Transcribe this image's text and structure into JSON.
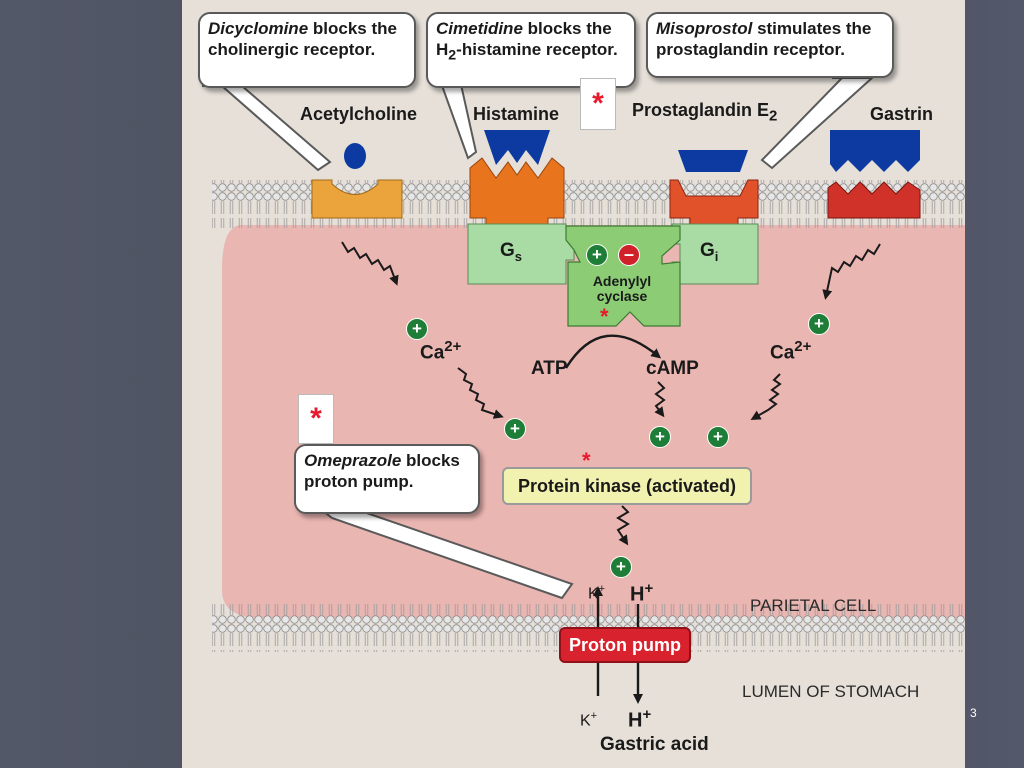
{
  "callouts": {
    "dicyclomine": {
      "drug": "Dicyclomine",
      "rest1": " blocks the",
      "line2": "cholinergic receptor."
    },
    "cimetidine": {
      "drug": "Cimetidine",
      "rest1": " blocks the",
      "line2_a": "H",
      "line2_sub": "2",
      "line2_b": "-histamine receptor."
    },
    "misoprostol": {
      "drug": "Misoprostol",
      "rest1": " stimulates the",
      "line2": "prostaglandin receptor."
    },
    "omeprazole": {
      "drug": "Omeprazole",
      "rest1": " blocks",
      "line2": "proton pump."
    }
  },
  "ligands": {
    "acetylcholine": "Acetylcholine",
    "histamine": "Histamine",
    "prostaglandin": "Prostaglandin E",
    "prostaglandin_sub": "2",
    "gastrin": "Gastrin"
  },
  "proteins": {
    "gs": "G",
    "gs_sub": "s",
    "gi": "G",
    "gi_sub": "i",
    "adenylyl_line1": "Adenylyl",
    "adenylyl_line2": "cyclase",
    "protein_kinase": "Protein kinase (activated)",
    "proton_pump": "Proton pump"
  },
  "signals": {
    "atp": "ATP",
    "camp": "cAMP",
    "ca": "Ca",
    "ca_sup": "2+",
    "plus": "+",
    "minus": "–"
  },
  "ions": {
    "k": "K",
    "k_sup": "+",
    "h": "H",
    "h_sup": "+"
  },
  "regions": {
    "parietal_cell": "PARIETAL CELL",
    "lumen": "LUMEN OF STOMACH",
    "gastric_acid": "Gastric acid"
  },
  "asterisk": "*",
  "page_number": "3",
  "colors": {
    "cytoplasm": "#eab6b2",
    "membrane": "#cfcfcf",
    "muscarinic_receptor": "#eba33c",
    "histamine_receptor": "#e8751e",
    "prostaglandin_receptor": "#e2522a",
    "gastrin_receptor": "#d0322a",
    "ligand_blue": "#0c3aa0",
    "g_protein": "#a9dca5",
    "adenylyl_cyclase": "#8ccc74",
    "star_red": "#e8192c"
  }
}
